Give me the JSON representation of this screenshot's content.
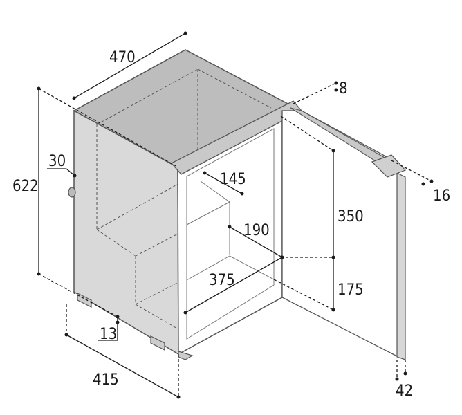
{
  "dimensions": {
    "top_depth": "470",
    "door_offset": "8",
    "height": "622",
    "side_offset": "30",
    "shelf_inner": "145",
    "door_width": "16",
    "upper_compartment": "350",
    "shelf_depth": "190",
    "lower_compartment": "175",
    "inner_width": "375",
    "foot": "13",
    "width": "415",
    "door_depth": "42"
  },
  "colors": {
    "body_side": "#d7d7d7",
    "body_top": "#b9b9b9",
    "trim": "#c8c8c8",
    "line": "#333333",
    "dim_line": "#1a1a1a"
  }
}
